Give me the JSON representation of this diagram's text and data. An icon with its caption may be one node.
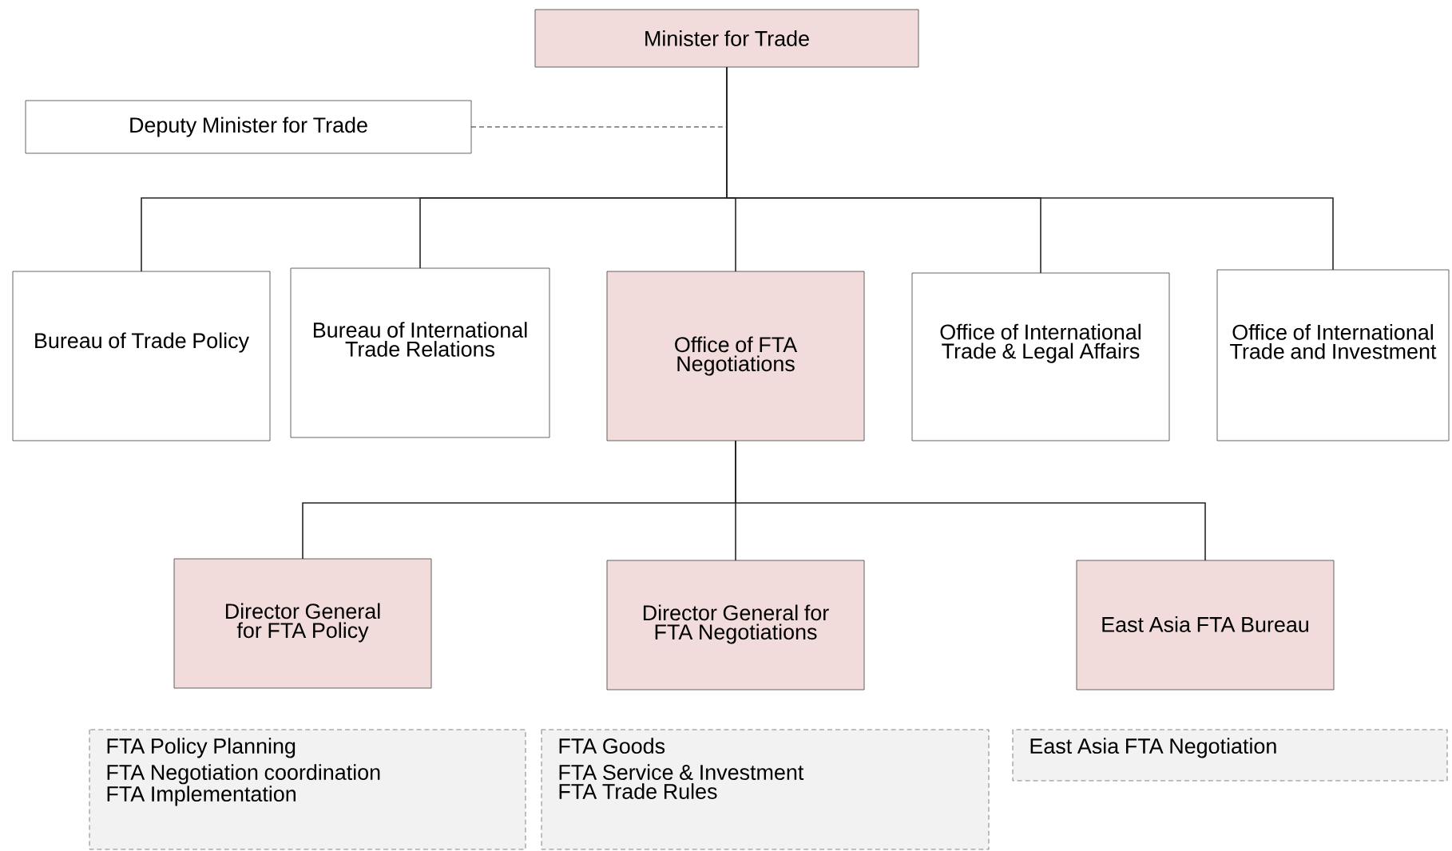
{
  "diagram": {
    "nodes": [
      {
        "text": [
          "Minister for Trade"
        ]
      },
      {
        "text": [
          "Deputy Minister for Trade"
        ]
      },
      {
        "text": [
          "Bureau of Trade Policy"
        ]
      },
      {
        "text": [
          "Bureau of International Trade Relations"
        ]
      },
      {
        "text": [
          "Office of FTA Negotiations"
        ]
      },
      {
        "text": [
          "Office of International Trade & Legal Affairs"
        ]
      },
      {
        "text": [
          "Office of International Trade and Investment"
        ]
      },
      {
        "text": [
          "Director General for FTA Policy"
        ]
      },
      {
        "text": [
          "Director General for FTA Negotiations"
        ]
      },
      {
        "text": [
          "East Asia FTA Bureau"
        ]
      },
      {
        "text": [
          "FTA Policy Planning",
          "FTA Negotiation coordination",
          "FTA Implementation"
        ]
      },
      {
        "text": [
          "FTA Goods",
          "FTA Service & Investment",
          "FTA Trade Rules"
        ]
      },
      {
        "text": [
          "East Asia FTA Negotiation"
        ]
      }
    ],
    "edges": [
      {
        "from": 0,
        "to": 1,
        "arrow": "none",
        "style": "dashed"
      },
      {
        "from": 0,
        "to": 2,
        "arrow": "none"
      },
      {
        "from": 0,
        "to": 3,
        "arrow": "none"
      },
      {
        "from": 0,
        "to": 4,
        "arrow": "none"
      },
      {
        "from": 0,
        "to": 5,
        "arrow": "none"
      },
      {
        "from": 0,
        "to": 6,
        "arrow": "none"
      },
      {
        "from": 4,
        "to": 7,
        "arrow": "none"
      },
      {
        "from": 4,
        "to": 8,
        "arrow": "none"
      },
      {
        "from": 4,
        "to": 9,
        "arrow": "none"
      }
    ]
  }
}
